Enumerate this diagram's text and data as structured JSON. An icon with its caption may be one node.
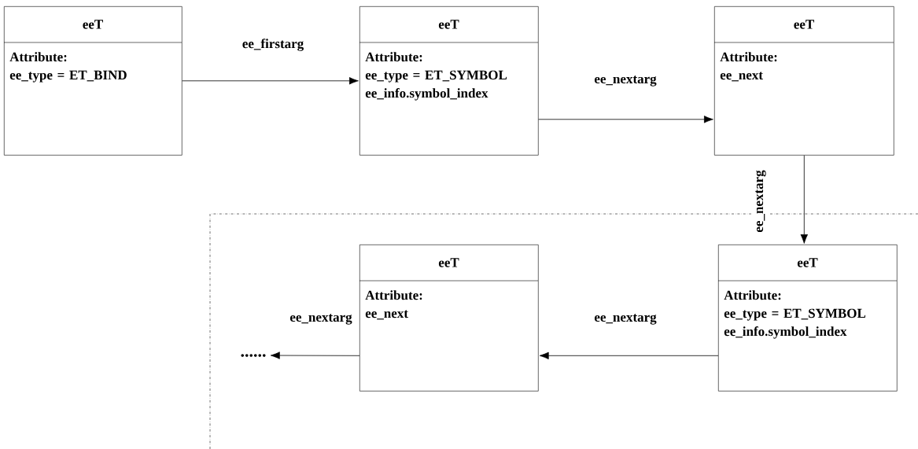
{
  "diagram": {
    "nodes": [
      {
        "text": [
          "eeT",
          "Attribute:",
          "ee_type = ET_BIND"
        ]
      },
      {
        "text": [
          "eeT",
          "Attribute:",
          "ee_type = ET_SYMBOL",
          "ee_info.symbol_index"
        ]
      },
      {
        "text": [
          "eeT",
          "Attribute:",
          "ee_next"
        ]
      },
      {
        "text": [
          "eeT",
          "Attribute:",
          "ee_next"
        ]
      },
      {
        "text": [
          "eeT",
          "Attribute:",
          "ee_type = ET_SYMBOL",
          "ee_info.symbol_index"
        ]
      },
      {
        "text": [
          "......"
        ]
      }
    ],
    "edges": [
      {
        "from": 0,
        "to": 1,
        "arrow": "to",
        "label": "ee_firstarg"
      },
      {
        "from": 1,
        "to": 2,
        "arrow": "to",
        "label": "ee_nextarg"
      },
      {
        "from": 2,
        "to": 4,
        "arrow": "to",
        "label": "ee_nextarg"
      },
      {
        "from": 4,
        "to": 3,
        "arrow": "to",
        "label": "ee_nextarg"
      },
      {
        "from": 3,
        "to": 5,
        "arrow": "to",
        "label": "ee_nextarg"
      }
    ]
  }
}
